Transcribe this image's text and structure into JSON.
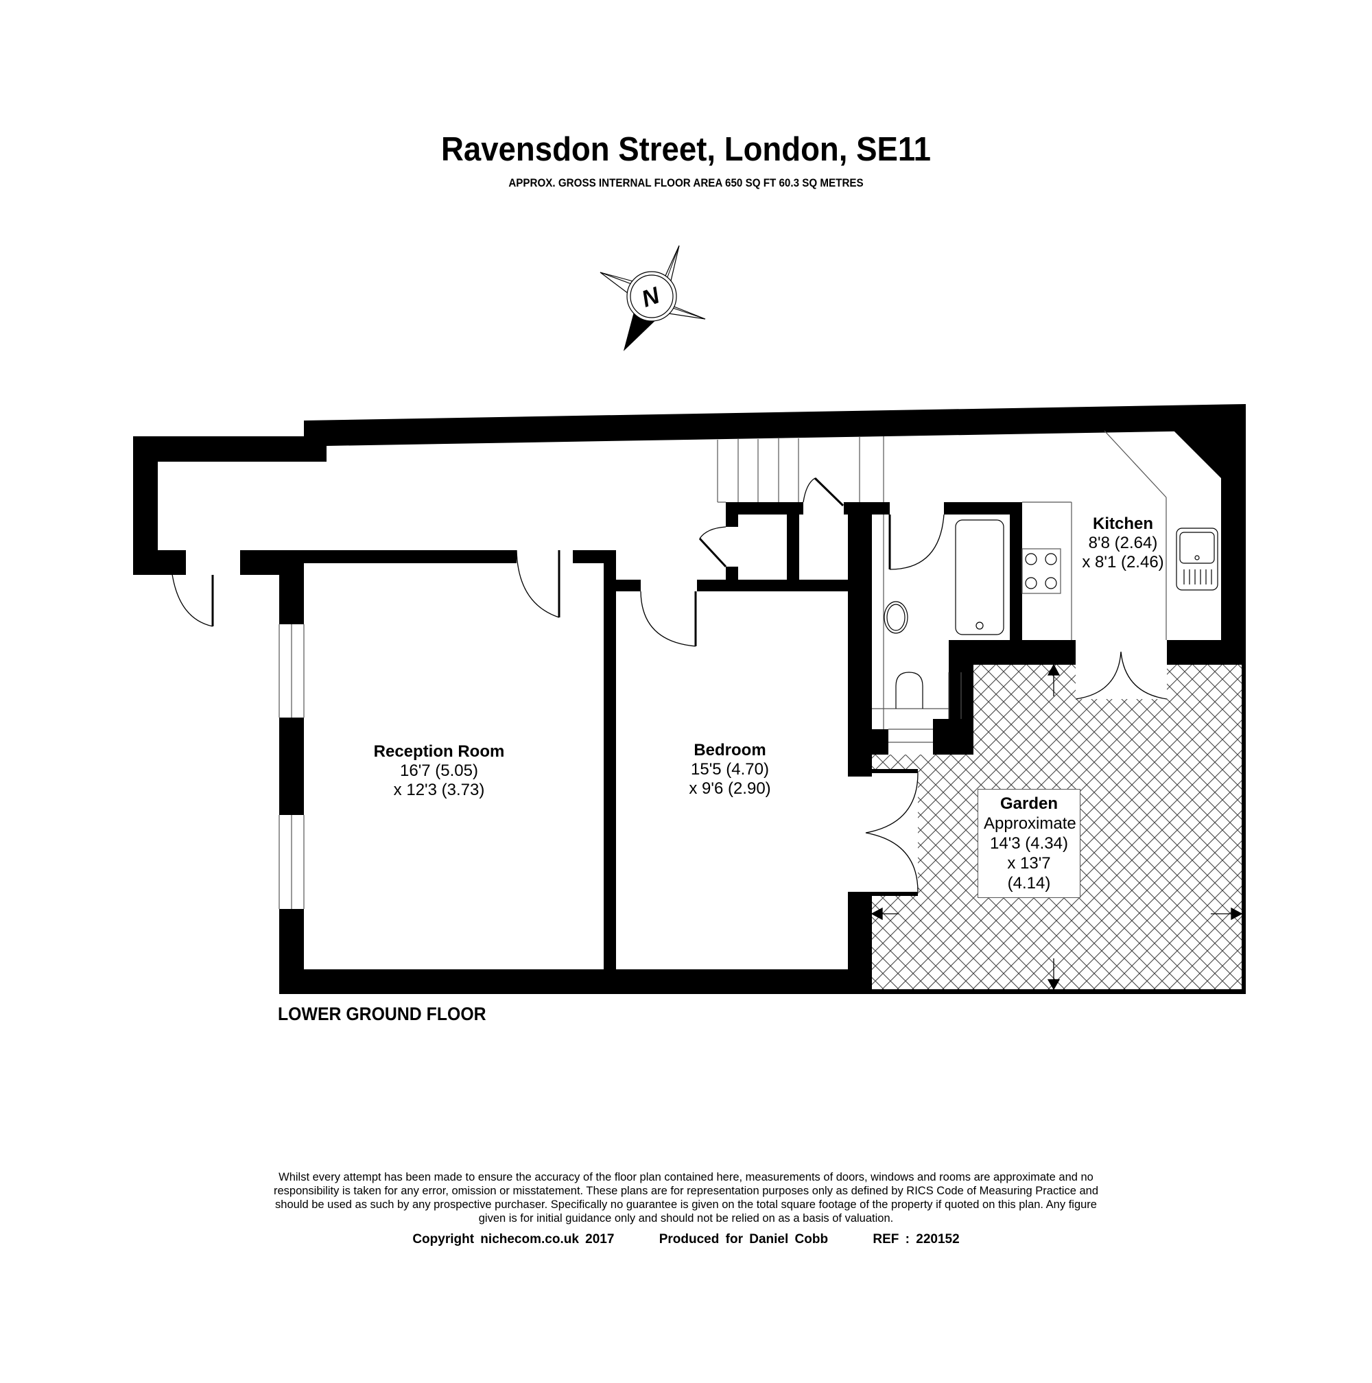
{
  "header": {
    "title": "Ravensdon Street, London, SE11",
    "subtitle": "APPROX. GROSS INTERNAL FLOOR AREA 650 SQ FT 60.3 SQ METRES"
  },
  "compass": {
    "icon": "north-compass-icon",
    "label": "N"
  },
  "rooms": [
    {
      "name": "Reception Room",
      "dim1": "16'7 (5.05)",
      "dim2": "x 12'3 (3.73)"
    },
    {
      "name": "Bedroom",
      "dim1": "15'5 (4.70)",
      "dim2": "x 9'6 (2.90)"
    },
    {
      "name": "Kitchen",
      "dim1": "8'8 (2.64)",
      "dim2": "x 8'1 (2.46)"
    },
    {
      "name": "Garden",
      "note": "Approximate",
      "dim1": "14'3 (4.34)",
      "dim2": "x 13'7 (4.14)"
    }
  ],
  "floor_label": "LOWER GROUND FLOOR",
  "footer": {
    "disclaimer_lines": [
      "Whilst every attempt has been made to ensure the accuracy of the floor plan contained here, measurements of doors, windows and rooms are approximate and no",
      "responsibility is taken for any error, omission or misstatement. These plans are for representation purposes only as defined by RICS Code of Measuring Practice and",
      "should be used as such by any prospective purchaser.  Specifically no guarantee is given on the total square footage of the property if quoted on this plan. Any figure",
      "given is for initial guidance only and should not be relied on as a basis of valuation."
    ],
    "copyright": "Copyright  nichecom.co.uk  2017",
    "produced_for": "Produced  for  Daniel  Cobb",
    "reference": "REF  :  220152"
  },
  "colors": {
    "wall": "#000000",
    "background": "#ffffff",
    "fixture_line": "#555555",
    "hatch": "#444444"
  }
}
